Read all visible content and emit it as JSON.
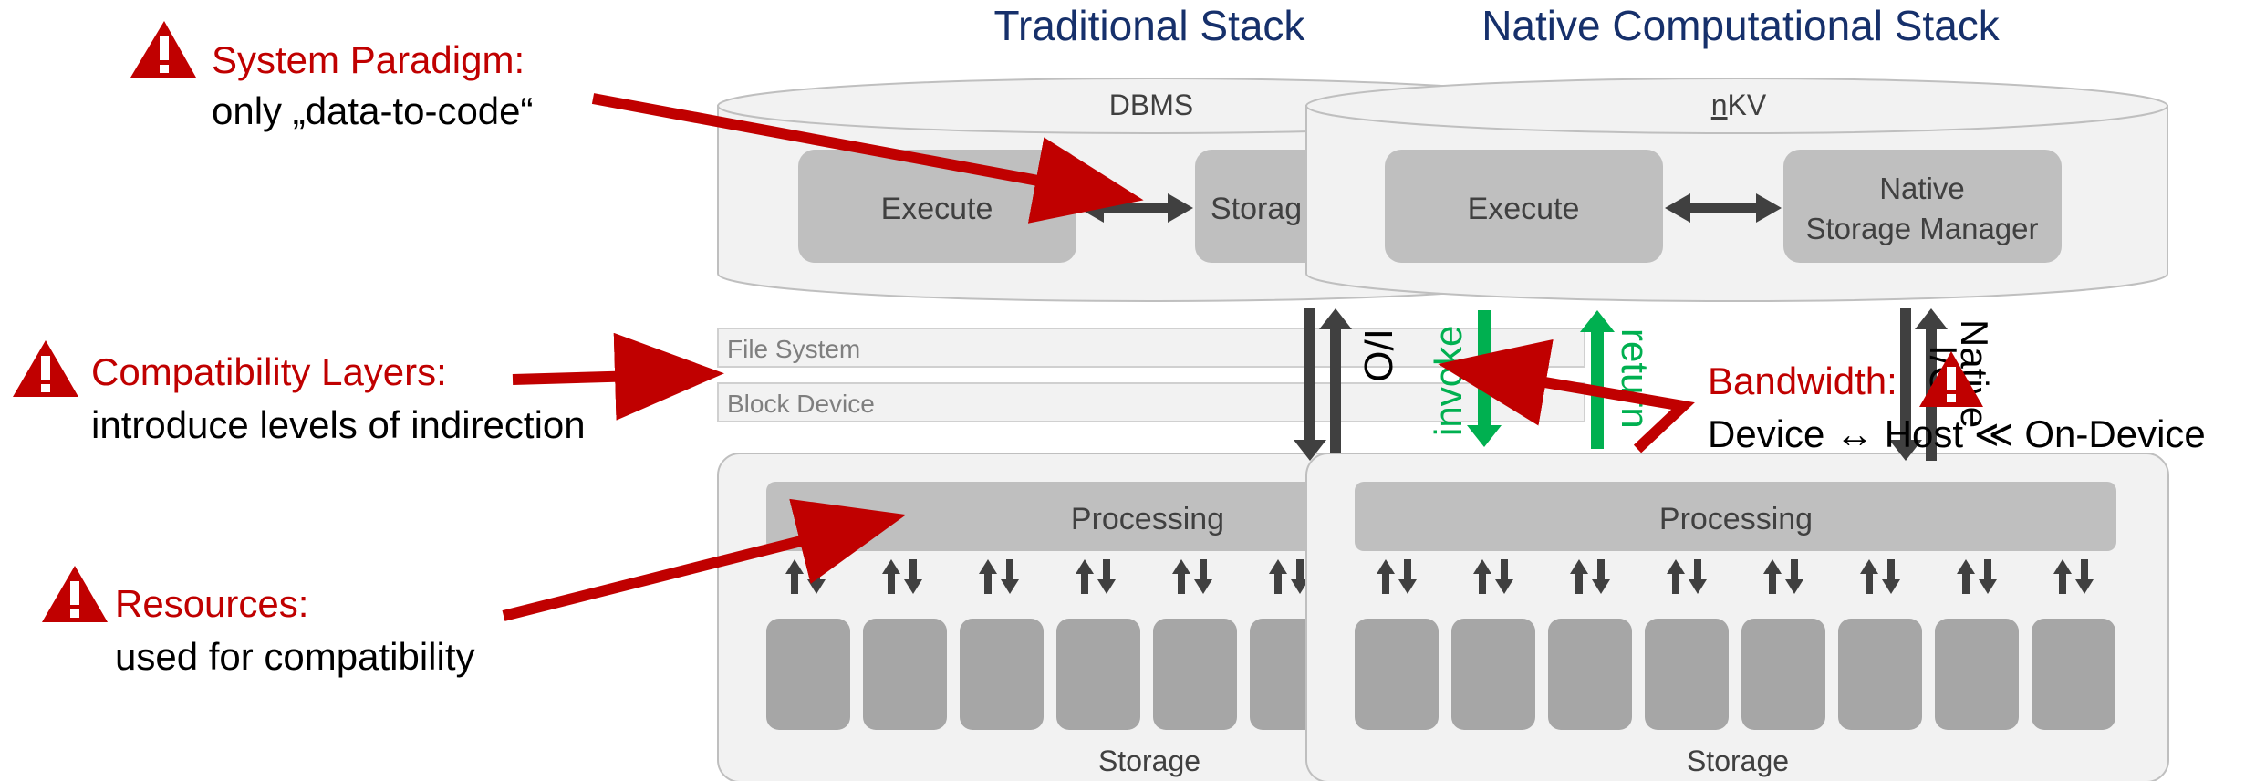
{
  "headings": {
    "traditional": "Traditional Stack",
    "native": "Native Computational Stack"
  },
  "traditional": {
    "db_label": "DBMS",
    "execute": "Execute",
    "storage_manager": "Storag",
    "file_system": "File System",
    "block_device": "Block Device",
    "io_label": "I/O",
    "processing": "Processing",
    "storage": "Storage"
  },
  "native": {
    "db_label_underlined": "n",
    "db_label_rest": "KV",
    "execute": "Execute",
    "storage_manager_line1": "Native",
    "storage_manager_line2": "Storage Manager",
    "invoke": "invoke",
    "return": "return",
    "native_io_line1": "Native",
    "native_io_line2": "I/O",
    "processing": "Processing",
    "storage": "Storage"
  },
  "callouts": {
    "paradigm": {
      "title": "System Paradigm:",
      "text": "only „data-to-code“"
    },
    "compat": {
      "title": "Compatibility Layers:",
      "text": "introduce levels of indirection"
    },
    "resources": {
      "title": "Resources:",
      "text": "used for compatibility"
    },
    "bandwidth": {
      "title": "Bandwidth:",
      "text": "Device ↔ Host ≪ On-Device"
    }
  },
  "colors": {
    "heading": "#16306b",
    "callout_red": "#c00000",
    "green": "#00b050",
    "dark_arrow": "#404040",
    "box_fill": "#bfbfbf",
    "container_fill": "#f2f2f2"
  }
}
